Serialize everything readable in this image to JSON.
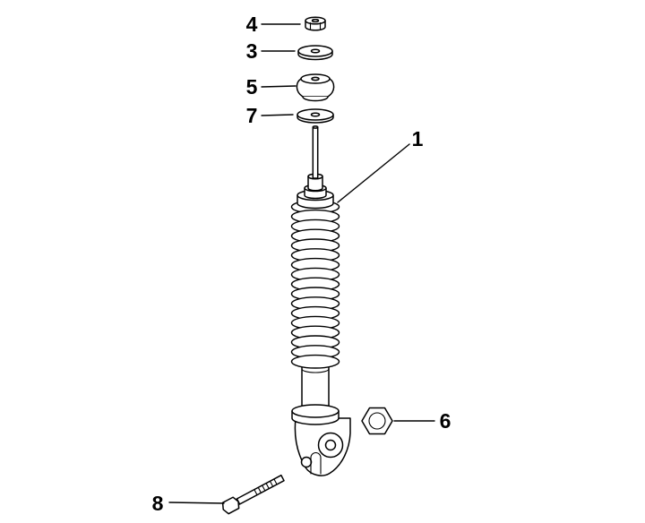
{
  "colors": {
    "background": "#ffffff",
    "line": "#000000"
  },
  "callouts": {
    "shock_absorber": "1",
    "upper_washer": "3",
    "top_nut": "4",
    "rubber_buffer": "5",
    "mount_nut": "6",
    "lower_washer": "7",
    "mount_bolt": "8"
  }
}
